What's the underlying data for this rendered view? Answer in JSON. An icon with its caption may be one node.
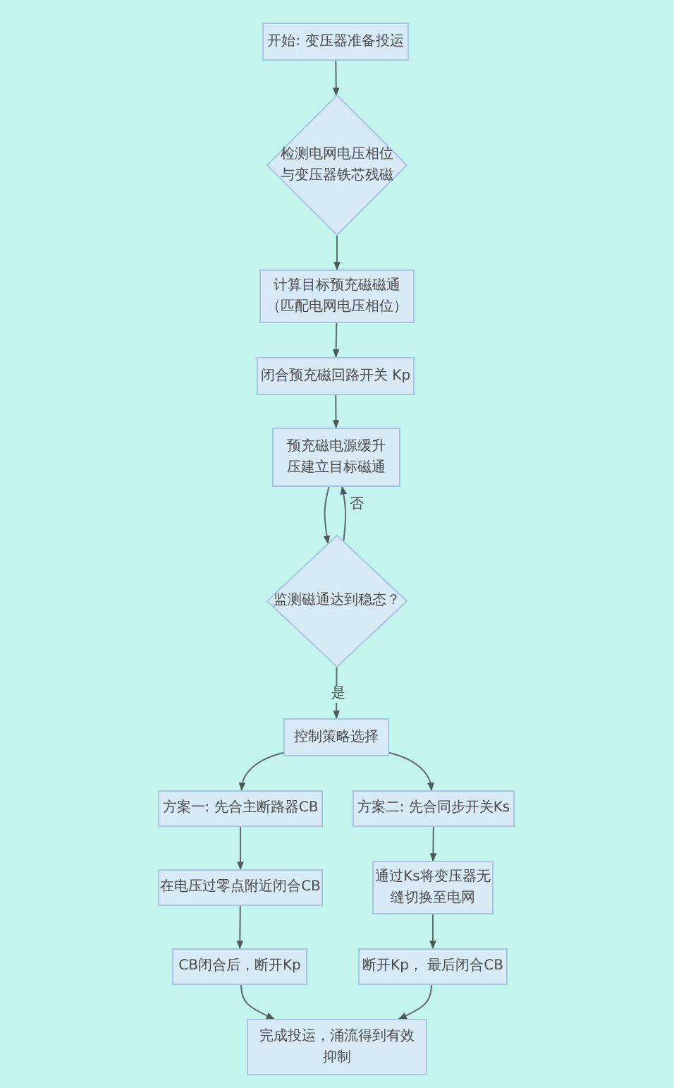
{
  "diagram": {
    "nodes": [
      {
        "text": [
          "开始: 变压器准备投运"
        ]
      },
      {
        "text": [
          "检测电网电压相位与变压器铁芯残磁"
        ]
      },
      {
        "text": [
          "计算目标预充磁磁通（匹配电网电压相位）"
        ]
      },
      {
        "text": [
          "闭合预充磁回路开关 Kp"
        ]
      },
      {
        "text": [
          "预充磁电源缓升压建立目标磁通"
        ]
      },
      {
        "text": [
          "监测磁通达到稳态？"
        ]
      },
      {
        "text": [
          "控制策略选择"
        ]
      },
      {
        "text": [
          "方案一: 先合主断路器CB"
        ]
      },
      {
        "text": [
          "方案二: 先合同步开关Ks"
        ]
      },
      {
        "text": [
          "在电压过零点附近闭合CB"
        ]
      },
      {
        "text": [
          "通过Ks将变压器无缝切换至电网"
        ]
      },
      {
        "text": [
          "CB闭合后，断开Kp"
        ]
      },
      {
        "text": [
          "断开Kp， 最后闭合CB"
        ]
      },
      {
        "text": [
          "完成投运，涌流得到有效抑制"
        ]
      }
    ],
    "edges": [
      {
        "from": 0,
        "to": 1,
        "arrow": "to"
      },
      {
        "from": 1,
        "to": 2,
        "arrow": "to"
      },
      {
        "from": 2,
        "to": 3,
        "arrow": "to"
      },
      {
        "from": 3,
        "to": 4,
        "arrow": "to"
      },
      {
        "from": 4,
        "to": 5,
        "arrow": "to"
      },
      {
        "from": 5,
        "to": 4,
        "arrow": "to",
        "label": "否"
      },
      {
        "from": 5,
        "to": 6,
        "arrow": "to",
        "label": "是"
      },
      {
        "from": 6,
        "to": 7,
        "arrow": "to"
      },
      {
        "from": 6,
        "to": 8,
        "arrow": "to"
      },
      {
        "from": 7,
        "to": 9,
        "arrow": "to"
      },
      {
        "from": 8,
        "to": 10,
        "arrow": "to"
      },
      {
        "from": 9,
        "to": 11,
        "arrow": "to"
      },
      {
        "from": 10,
        "to": 12,
        "arrow": "to"
      },
      {
        "from": 11,
        "to": 13,
        "arrow": "to"
      },
      {
        "from": 12,
        "to": 13,
        "arrow": "to"
      }
    ]
  }
}
